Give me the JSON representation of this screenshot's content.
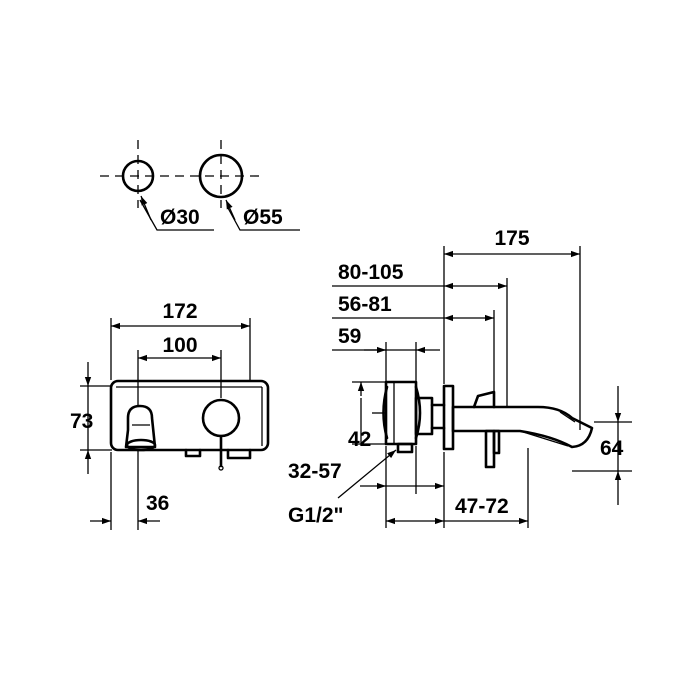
{
  "dimensions": {
    "hole_small_diameter": "Ø30",
    "hole_large_diameter": "Ø55",
    "front_total_width": "172",
    "front_center_distance": "100",
    "front_height": "73",
    "front_spout_offset": "36",
    "side_total_projection": "175",
    "side_range_1": "80-105",
    "side_range_2": "56-81",
    "side_plate_depth": "59",
    "side_body_height": "42",
    "side_install_range": "32-57",
    "side_connection": "G1/2\"",
    "side_spout_range": "47-72",
    "side_spout_height": "64"
  }
}
